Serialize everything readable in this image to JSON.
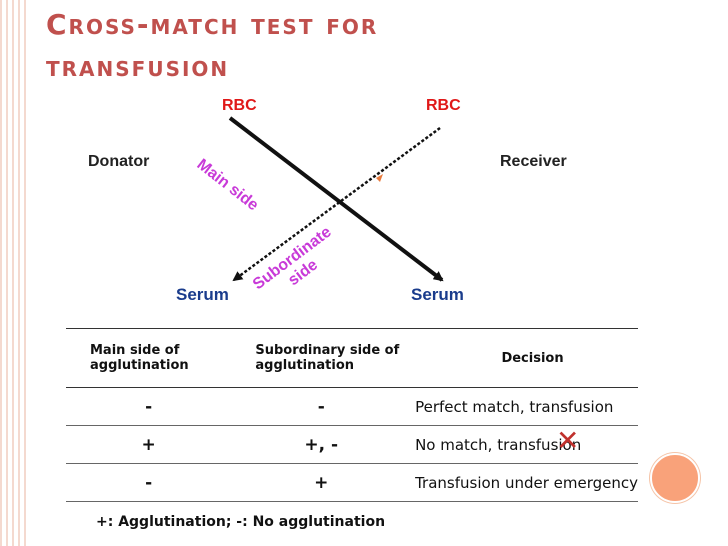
{
  "title": {
    "line1": "Cross-match test for",
    "line2": "transfusion"
  },
  "diagram": {
    "rbc_left": "RBC",
    "rbc_right": "RBC",
    "donator": "Donator",
    "receiver": "Receiver",
    "serum_left": "Serum",
    "serum_right": "Serum",
    "main_side": "Main side",
    "subordinate_line1": "Subordinate",
    "subordinate_line2": "side",
    "colors": {
      "rbc": "#e01818",
      "serum": "#1a3c8c",
      "labels": "#c83ad8",
      "arrow": "#111111"
    }
  },
  "table": {
    "headers": {
      "col1": "Main side of agglutination",
      "col2": "Subordinary side of agglutination",
      "col3": "Decision"
    },
    "rows": [
      {
        "main": "-",
        "sub": "-",
        "decision": "Perfect match, transfusion"
      },
      {
        "main": "+",
        "sub": "+, -",
        "decision": "No match, transfusion"
      },
      {
        "main": "-",
        "sub": "+",
        "decision": "Transfusion under emergency"
      }
    ],
    "rejected_mark": "x-mark-icon"
  },
  "legend": "+: Agglutination; -: No agglutination",
  "accent_colors": {
    "title": "#c0504d",
    "circle": "#f9a27a"
  }
}
